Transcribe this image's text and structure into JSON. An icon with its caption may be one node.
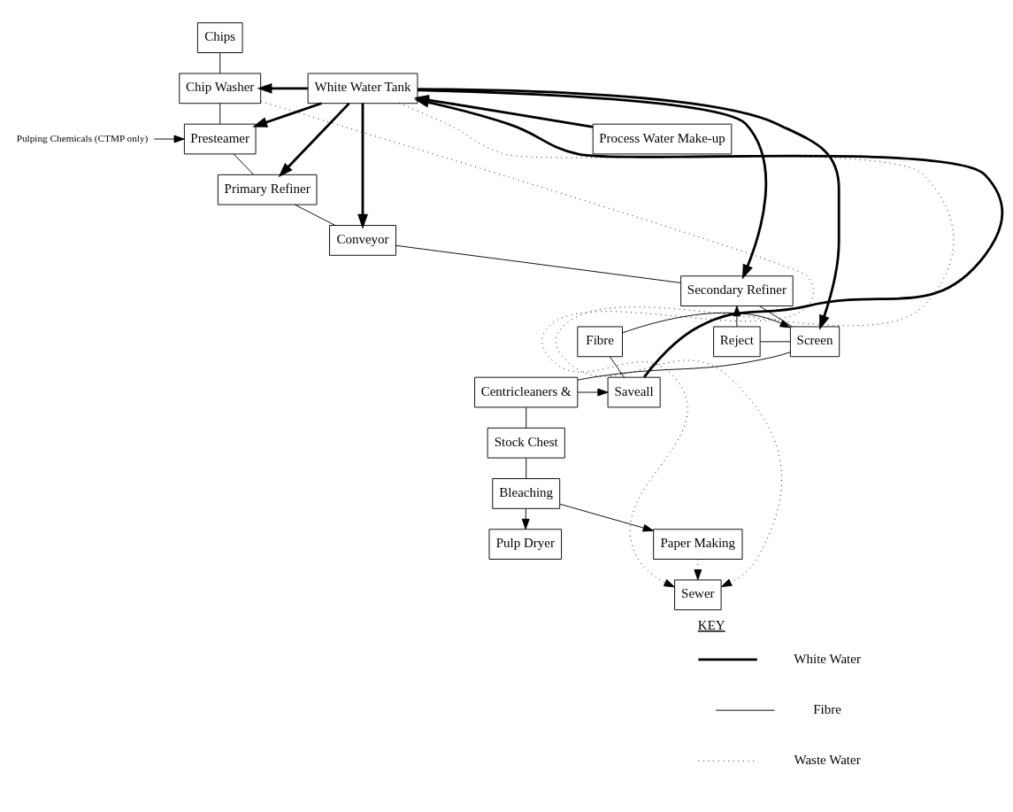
{
  "diagram": {
    "nodes": [
      {
        "text": [
          "Chips"
        ]
      },
      {
        "text": [
          "Chip Washer"
        ]
      },
      {
        "text": [
          "Presteamer"
        ]
      },
      {
        "text": [
          "Primary Refiner"
        ]
      },
      {
        "text": [
          "Conveyor"
        ]
      },
      {
        "text": [
          "Secondary Refiner"
        ]
      },
      {
        "text": [
          "Reject"
        ]
      },
      {
        "text": [
          "Screen"
        ]
      },
      {
        "text": [
          "Fibre"
        ]
      },
      {
        "text": [
          "Centricleaners &"
        ]
      },
      {
        "text": [
          "Saveall"
        ]
      },
      {
        "text": [
          "Stock Chest"
        ]
      },
      {
        "text": [
          "Bleaching"
        ]
      },
      {
        "text": [
          "Pulp Dryer"
        ]
      },
      {
        "text": [
          "Paper Making"
        ]
      },
      {
        "text": [
          "White Water Tank"
        ]
      },
      {
        "text": [
          "Process Water Make-up"
        ]
      },
      {
        "text": [
          "Sewer"
        ]
      },
      {
        "text": [
          "Pulping Chemicals (CTMP only)"
        ]
      }
    ],
    "edges": [
      {
        "from": 0,
        "to": 1,
        "arrow": "none"
      },
      {
        "from": 1,
        "to": 2,
        "arrow": "none"
      },
      {
        "from": 2,
        "to": 3,
        "arrow": "none"
      },
      {
        "from": 3,
        "to": 4,
        "arrow": "none"
      },
      {
        "from": 4,
        "to": 5,
        "arrow": "none"
      },
      {
        "from": 5,
        "to": 7,
        "arrow": "none"
      },
      {
        "from": 7,
        "to": 9,
        "arrow": "none"
      },
      {
        "from": 9,
        "to": 11,
        "arrow": "none"
      },
      {
        "from": 11,
        "to": 12,
        "arrow": "none"
      },
      {
        "from": 12,
        "to": 13,
        "arrow": "to"
      },
      {
        "from": 12,
        "to": 14,
        "arrow": "to"
      },
      {
        "from": 18,
        "to": 2,
        "arrow": "to"
      },
      {
        "from": 6,
        "to": 5,
        "arrow": "to"
      },
      {
        "from": 6,
        "to": 7,
        "arrow": "none"
      },
      {
        "from": 8,
        "to": 7,
        "arrow": "to"
      },
      {
        "from": 8,
        "to": 10,
        "arrow": "none"
      },
      {
        "from": 9,
        "to": 10,
        "arrow": "to"
      },
      {
        "from": 15,
        "to": 1,
        "arrow": "to",
        "style": "thick"
      },
      {
        "from": 15,
        "to": 2,
        "arrow": "to",
        "style": "thick"
      },
      {
        "from": 15,
        "to": 3,
        "arrow": "to",
        "style": "thick"
      },
      {
        "from": 15,
        "to": 4,
        "arrow": "to",
        "style": "thick"
      },
      {
        "from": 15,
        "to": 5,
        "arrow": "to",
        "style": "thick"
      },
      {
        "from": 15,
        "to": 7,
        "arrow": "to",
        "style": "thick"
      },
      {
        "from": 16,
        "to": 15,
        "arrow": "to",
        "style": "thick"
      },
      {
        "from": 10,
        "to": 15,
        "arrow": "to",
        "style": "thick"
      },
      {
        "from": 15,
        "to": 17,
        "arrow": "to",
        "style": "dashed"
      },
      {
        "from": 1,
        "to": 17,
        "arrow": "to",
        "style": "dashed"
      },
      {
        "from": 14,
        "to": 17,
        "arrow": "to",
        "style": "dashed"
      }
    ],
    "labels": [
      "KEY"
    ],
    "legend": [
      {
        "text": "White Water"
      },
      {
        "text": "Fibre"
      },
      {
        "text": "Waste Water"
      }
    ]
  }
}
